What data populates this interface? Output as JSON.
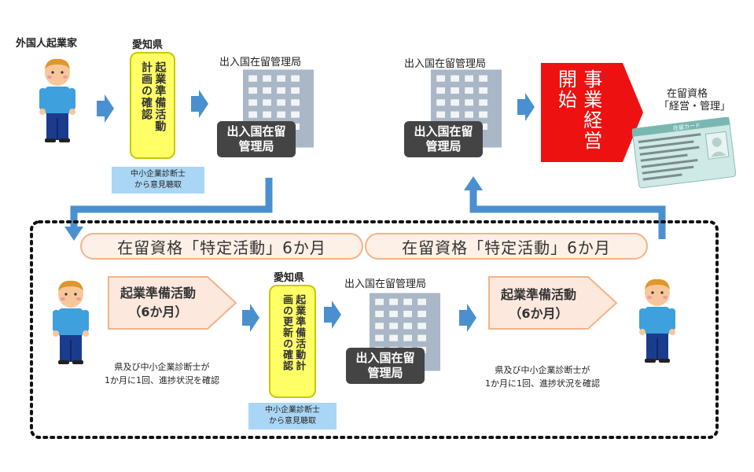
{
  "top": {
    "entrepreneur_label": "外国人起業家",
    "aichi_label": "愛知県",
    "plan_check_col1": "起業準備活動",
    "plan_check_col2": "計画の確認",
    "consult_note": "中小企業診断士\nから意見聴取",
    "immigration_label_1": "出入国在留管理局",
    "immigration_tag_1": "出入国在留\n管理局",
    "immigration_label_2": "出入国在留管理局",
    "immigration_tag_2": "出入国在留\n管理局",
    "business_start_col1": "事業経営",
    "business_start_col2": "開始",
    "residence_label_1": "在留資格",
    "residence_label_2": "「経営・管理」",
    "card_header": "在留カード"
  },
  "bottom": {
    "pill_1": "在留資格「特定活動」6か月",
    "pill_2": "在留資格「特定活動」6か月",
    "prep_1_line1": "起業準備活動",
    "prep_1_line2": "（6か月）",
    "progress_note_1": "県及び中小企業診断士が\n1か月に1回、進捗状況を確認",
    "aichi_label": "愛知県",
    "renew_col1": "起業準備活動計",
    "renew_col2": "画の更新の確認",
    "consult_note": "中小企業診断士\nから意見聴取",
    "immigration_label": "出入国在留管理局",
    "immigration_tag": "出入国在留\n管理局",
    "prep_2_line1": "起業準備活動",
    "prep_2_line2": "（6か月）",
    "progress_note_2": "県及び中小企業診断士が\n1か月に1回、進捗状況を確認"
  },
  "colors": {
    "arrow_blue": "#4a90d0",
    "red": "#ee1111",
    "yellow": "#ffff66",
    "note_blue": "#aad6f5",
    "building": "#a9b7c6"
  }
}
